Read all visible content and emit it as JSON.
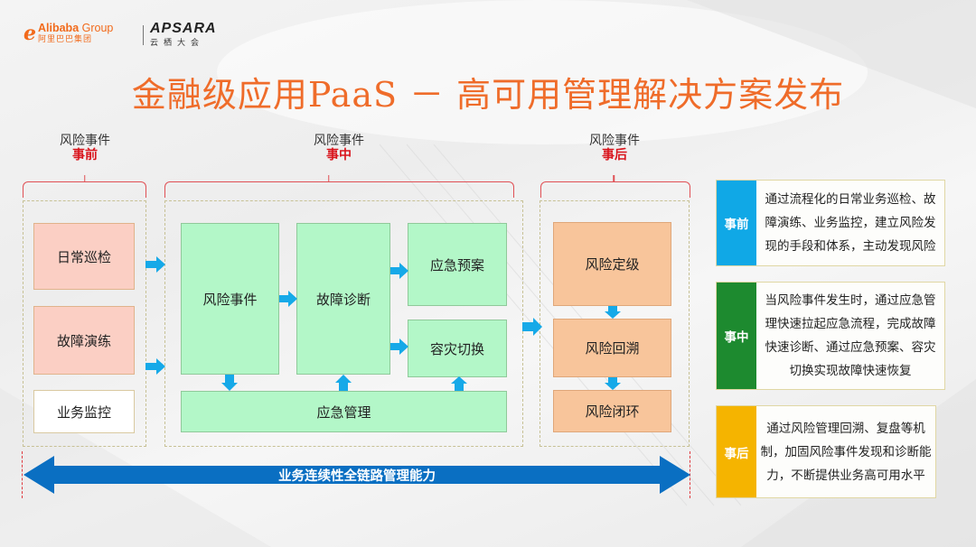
{
  "logos": {
    "alibaba_mark": "e",
    "alibaba_en_bold": "Alibaba",
    "alibaba_en_regular": " Group",
    "alibaba_cn": "阿里巴巴集团",
    "apsara_en": "APSARA",
    "apsara_cn": "云栖大会"
  },
  "title": "金融级应用PaaS － 高可用管理解决方案发布",
  "phases": [
    {
      "label": "风险事件",
      "tag": "事前"
    },
    {
      "label": "风险事件",
      "tag": "事中"
    },
    {
      "label": "风险事件",
      "tag": "事后"
    }
  ],
  "before": {
    "blocks": [
      "日常巡检",
      "故障演练",
      "业务监控"
    ]
  },
  "during": {
    "risk_event": "风险事件",
    "diagnosis": "故障诊断",
    "contingency_plan": "应急预案",
    "dr_switch": "容灾切换",
    "emergency_mgmt": "应急管理"
  },
  "after": {
    "blocks": [
      "风险定级",
      "风险回溯",
      "风险闭环"
    ]
  },
  "banner": {
    "label": "业务连续性全链路管理能力",
    "color": "#0a6fc2"
  },
  "arrow_color": "#16a9e8",
  "cards": [
    {
      "tag": "事前",
      "color": "#10a8e6",
      "text": "通过流程化的日常业务巡检、故障演练、业务监控，建立风险发现的手段和体系，主动发现风险"
    },
    {
      "tag": "事中",
      "color": "#1d8a2f",
      "text": "当风险事件发生时，通过应急管理快速拉起应急流程，完成故障快速诊断、通过应急预案、容灾切换实现故障快速恢复"
    },
    {
      "tag": "事后",
      "color": "#f5b400",
      "text": "通过风险管理回溯、复盘等机制，加固风险事件发现和诊断能力，不断提供业务高可用水平"
    }
  ]
}
